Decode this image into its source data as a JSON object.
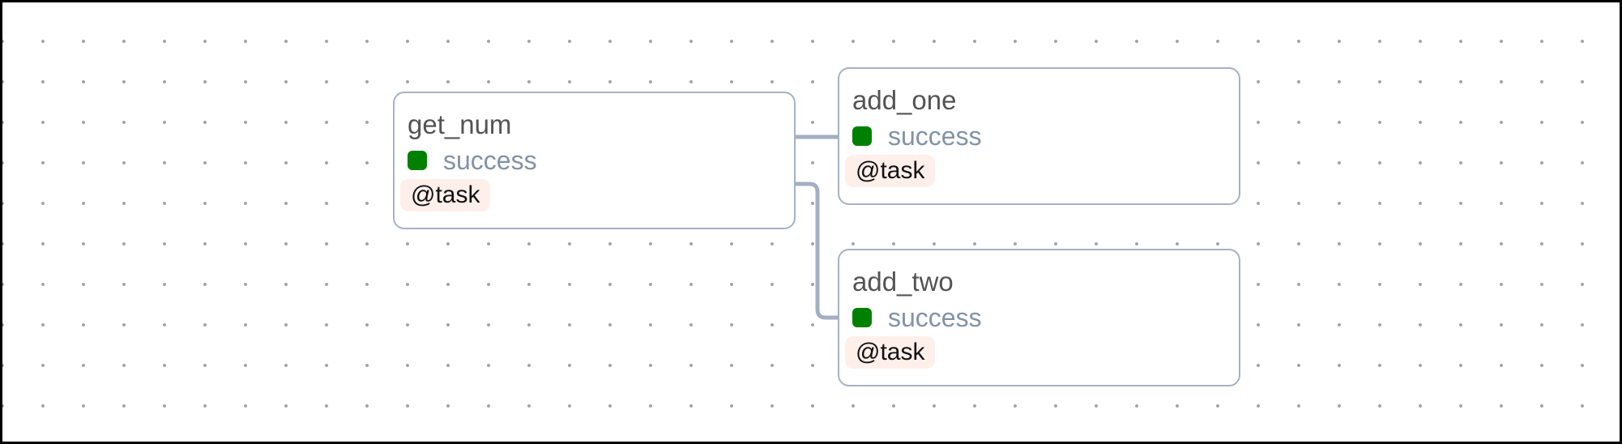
{
  "view": {
    "name": "dag-graph-view",
    "background": "dotted-grid",
    "frame_color": "#000000",
    "canvas_color": "#ffffff",
    "dot_color": "#a3a3ab"
  },
  "colors": {
    "node_border": "#a6b2c4",
    "edge": "#a3afc2",
    "node_title": "#545454",
    "status_text": "#8292a8",
    "status_success": "#008000",
    "badge_bg": "#ffefeb",
    "badge_text": "#111111"
  },
  "nodes": [
    {
      "id": "get_num",
      "title": "get_num",
      "status": "success",
      "decorator": "@task"
    },
    {
      "id": "add_one",
      "title": "add_one",
      "status": "success",
      "decorator": "@task"
    },
    {
      "id": "add_two",
      "title": "add_two",
      "status": "success",
      "decorator": "@task"
    }
  ],
  "edges": [
    {
      "from": "get_num",
      "to": "add_one"
    },
    {
      "from": "get_num",
      "to": "add_two"
    }
  ]
}
